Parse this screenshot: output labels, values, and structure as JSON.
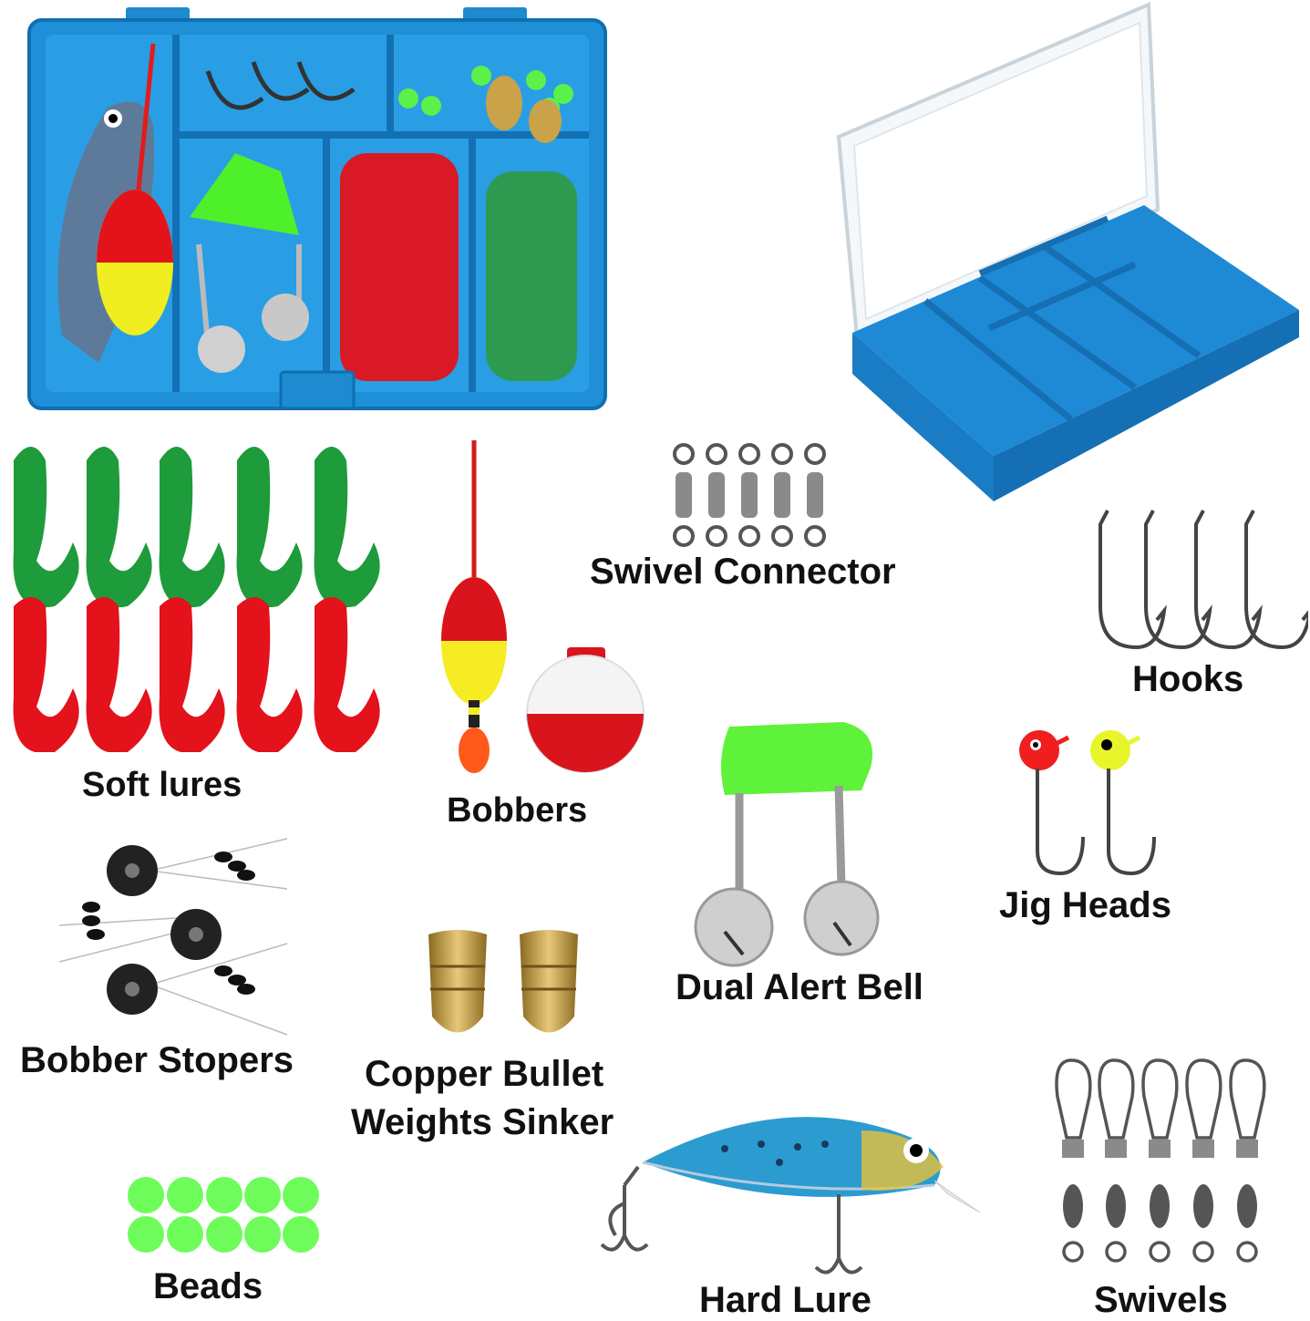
{
  "labels": {
    "soft_lures": "Soft lures",
    "bobbers": "Bobbers",
    "swivel_connector": "Swivel Connector",
    "hooks": "Hooks",
    "jig_heads": "Jig Heads",
    "dual_alert_bell": "Dual Alert Bell",
    "bobber_stopers": "Bobber Stopers",
    "copper_bullet_line1": "Copper Bullet",
    "copper_bullet_line2": "Weights Sinker",
    "beads": "Beads",
    "hard_lure": "Hard Lure",
    "swivels": "Swivels"
  },
  "colors": {
    "box_blue": "#1f8fd8",
    "lure_green": "#1e9b3a",
    "lure_red": "#e3121b",
    "bead_green": "#6dfc5a",
    "brass": "#c9a24a",
    "alert_green": "#5ef23a",
    "bobber_red": "#d9141c",
    "bobber_yellow": "#f6ec23"
  },
  "icons": [
    "tackle-box-closed-icon",
    "tackle-box-open-icon",
    "soft-lure-icon",
    "bobber-icon",
    "swivel-connector-icon",
    "hook-icon",
    "jig-head-icon",
    "alert-bell-icon",
    "bobber-stopper-icon",
    "bullet-sinker-icon",
    "bead-icon",
    "hard-lure-icon",
    "snap-swivel-icon"
  ]
}
